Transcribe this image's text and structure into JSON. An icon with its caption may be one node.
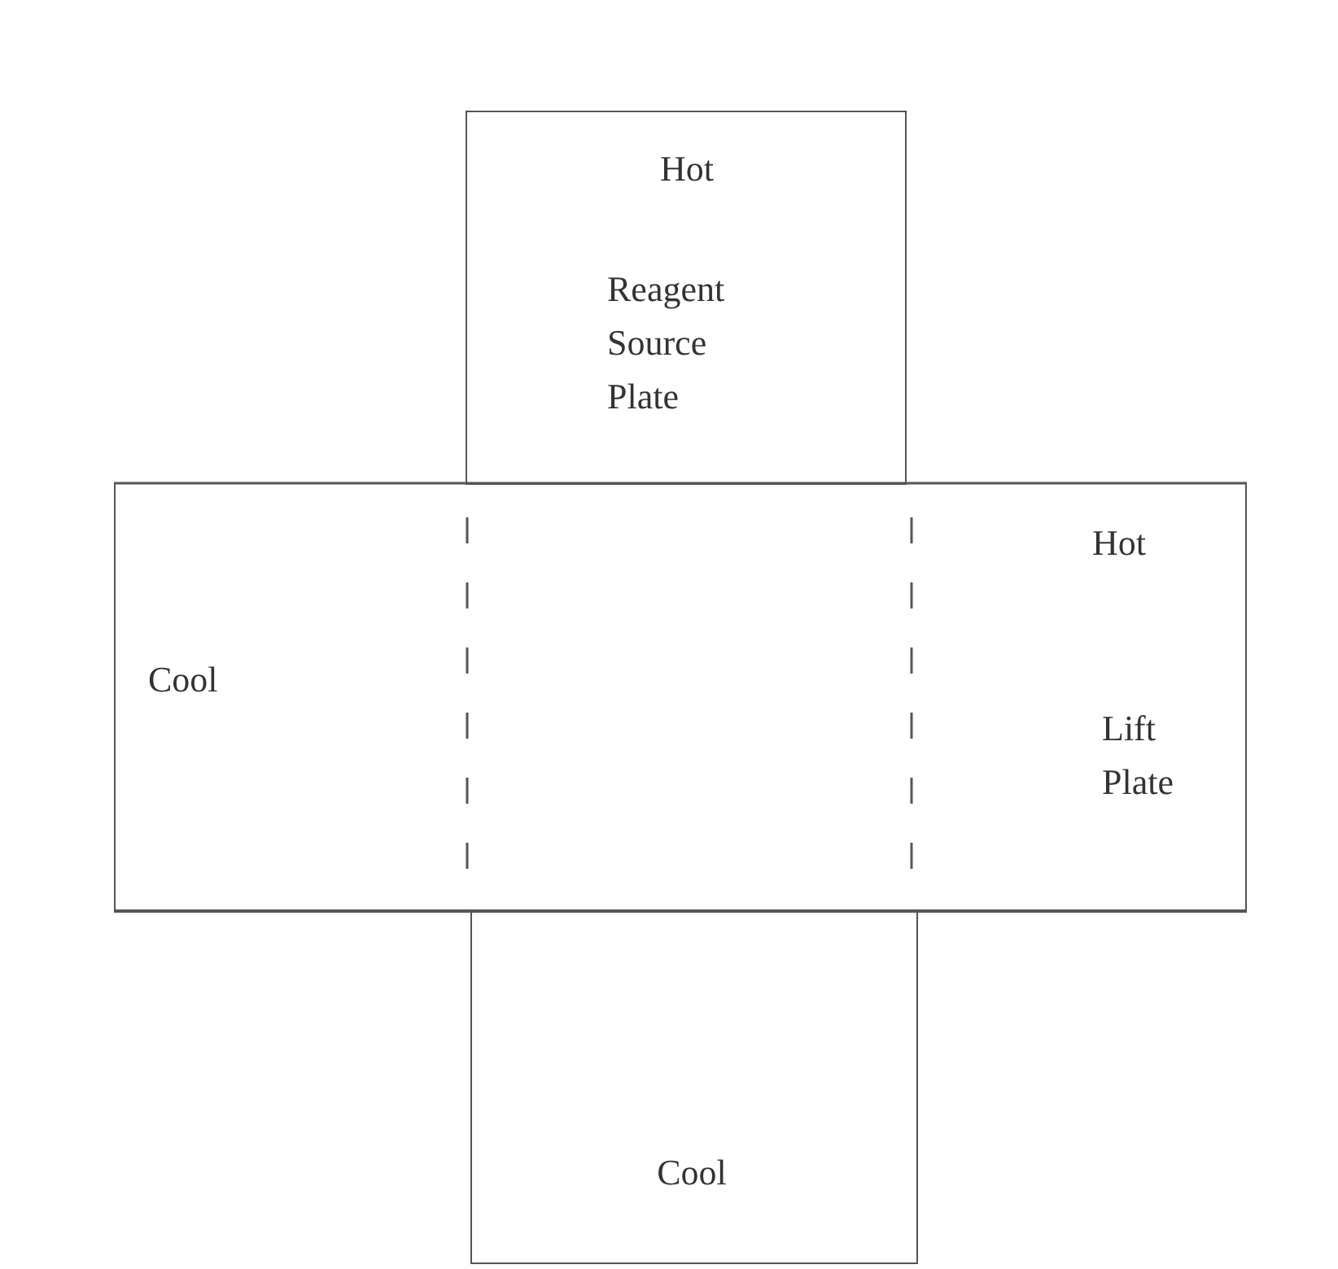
{
  "diagram": {
    "nodes": [
      {
        "text": [
          "Hot",
          "Reagent Source Plate"
        ]
      },
      {
        "text": [
          "Cool",
          "Hot",
          "Lift Plate"
        ]
      },
      {
        "text": [
          "Cool"
        ]
      }
    ]
  }
}
